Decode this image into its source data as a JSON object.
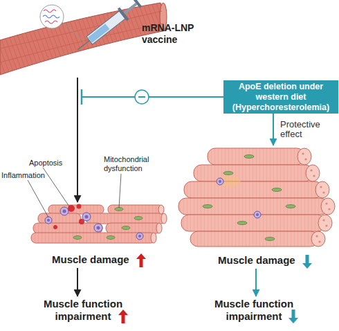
{
  "diagram": {
    "nodes": [
      {
        "text": [
          "mRNA-LNP vaccine"
        ]
      },
      {
        "text": [
          "ApoE deletion under western diet (Hyperchoresterolemia)"
        ]
      },
      {
        "text": [
          "Muscle damage"
        ]
      },
      {
        "text": [
          "Muscle function impairment"
        ]
      },
      {
        "text": [
          "Muscle damage"
        ]
      },
      {
        "text": [
          "Muscle function impairment"
        ]
      }
    ],
    "edges": [
      {
        "from": 0,
        "to": 2,
        "arrow": "to"
      },
      {
        "from": 2,
        "to": 3,
        "arrow": "to"
      },
      {
        "from": 1,
        "to": 4,
        "label": "Protective effect",
        "arrow": "to"
      },
      {
        "from": 4,
        "to": 5,
        "arrow": "to"
      }
    ],
    "labels": [
      "Apoptosis",
      "Inflammation",
      "Mitochondrial dysfunction"
    ]
  }
}
